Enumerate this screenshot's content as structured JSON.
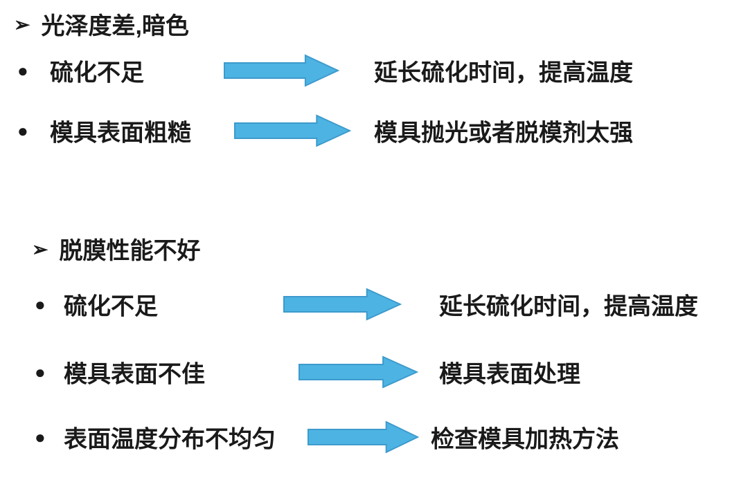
{
  "colors": {
    "arrow_fill": "#4DB3E3",
    "arrow_stroke": "#3D9ACC",
    "text": "#1a1a1a",
    "background": "#ffffff"
  },
  "icons": {
    "heading_bullet": "➢",
    "item_bullet": "●"
  },
  "sections": [
    {
      "heading": "光泽度差,暗色",
      "items": [
        {
          "cause": "硫化不足",
          "solution": "延长硫化时间，提高温度"
        },
        {
          "cause": "模具表面粗糙",
          "solution": "模具抛光或者脱模剂太强"
        }
      ]
    },
    {
      "heading": "脱膜性能不好",
      "items": [
        {
          "cause": "硫化不足",
          "solution": "延长硫化时间，提高温度"
        },
        {
          "cause": "模具表面不佳",
          "solution": "模具表面处理"
        },
        {
          "cause": "表面温度分布不均匀",
          "solution": "检查模具加热方法"
        }
      ]
    }
  ]
}
